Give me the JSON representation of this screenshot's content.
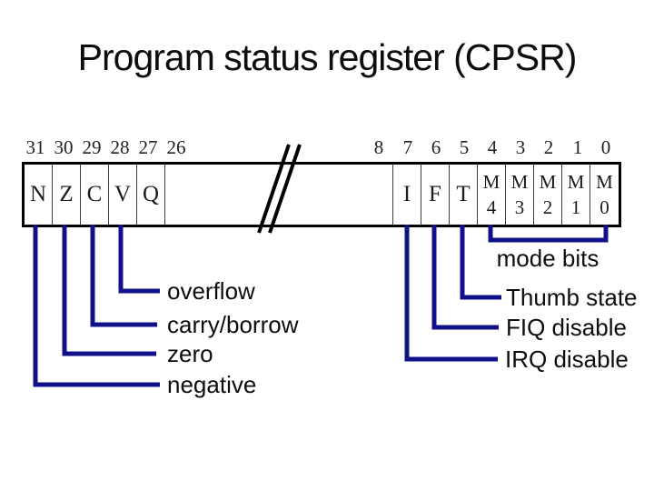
{
  "title": "Program status register (CPSR)",
  "colors": {
    "connector_line": "#10108B",
    "text": "#0D0D0D",
    "register_border": "#000000"
  },
  "register": {
    "bit_numbers_left": [
      "31",
      "30",
      "29",
      "28",
      "27",
      "26"
    ],
    "bit_numbers_right": [
      "8",
      "7",
      "6",
      "5",
      "4",
      "3",
      "2",
      "1",
      "0"
    ],
    "cells": [
      {
        "label": "N"
      },
      {
        "label": "Z"
      },
      {
        "label": "C"
      },
      {
        "label": "V"
      },
      {
        "label": "Q"
      },
      {
        "label": ""
      },
      {
        "label": "I"
      },
      {
        "label": "F"
      },
      {
        "label": "T"
      },
      {
        "label": "M",
        "sub": "4"
      },
      {
        "label": "M",
        "sub": "3"
      },
      {
        "label": "M",
        "sub": "2"
      },
      {
        "label": "M",
        "sub": "1"
      },
      {
        "label": "M",
        "sub": "0"
      }
    ],
    "break_symbol": "//"
  },
  "annotations": {
    "overflow": "overflow",
    "carry": "carry/borrow",
    "zero": "zero",
    "negative": "negative",
    "mode_bits": "mode bits",
    "thumb": "Thumb state",
    "fiq": "FIQ disable",
    "irq": "IRQ disable"
  }
}
